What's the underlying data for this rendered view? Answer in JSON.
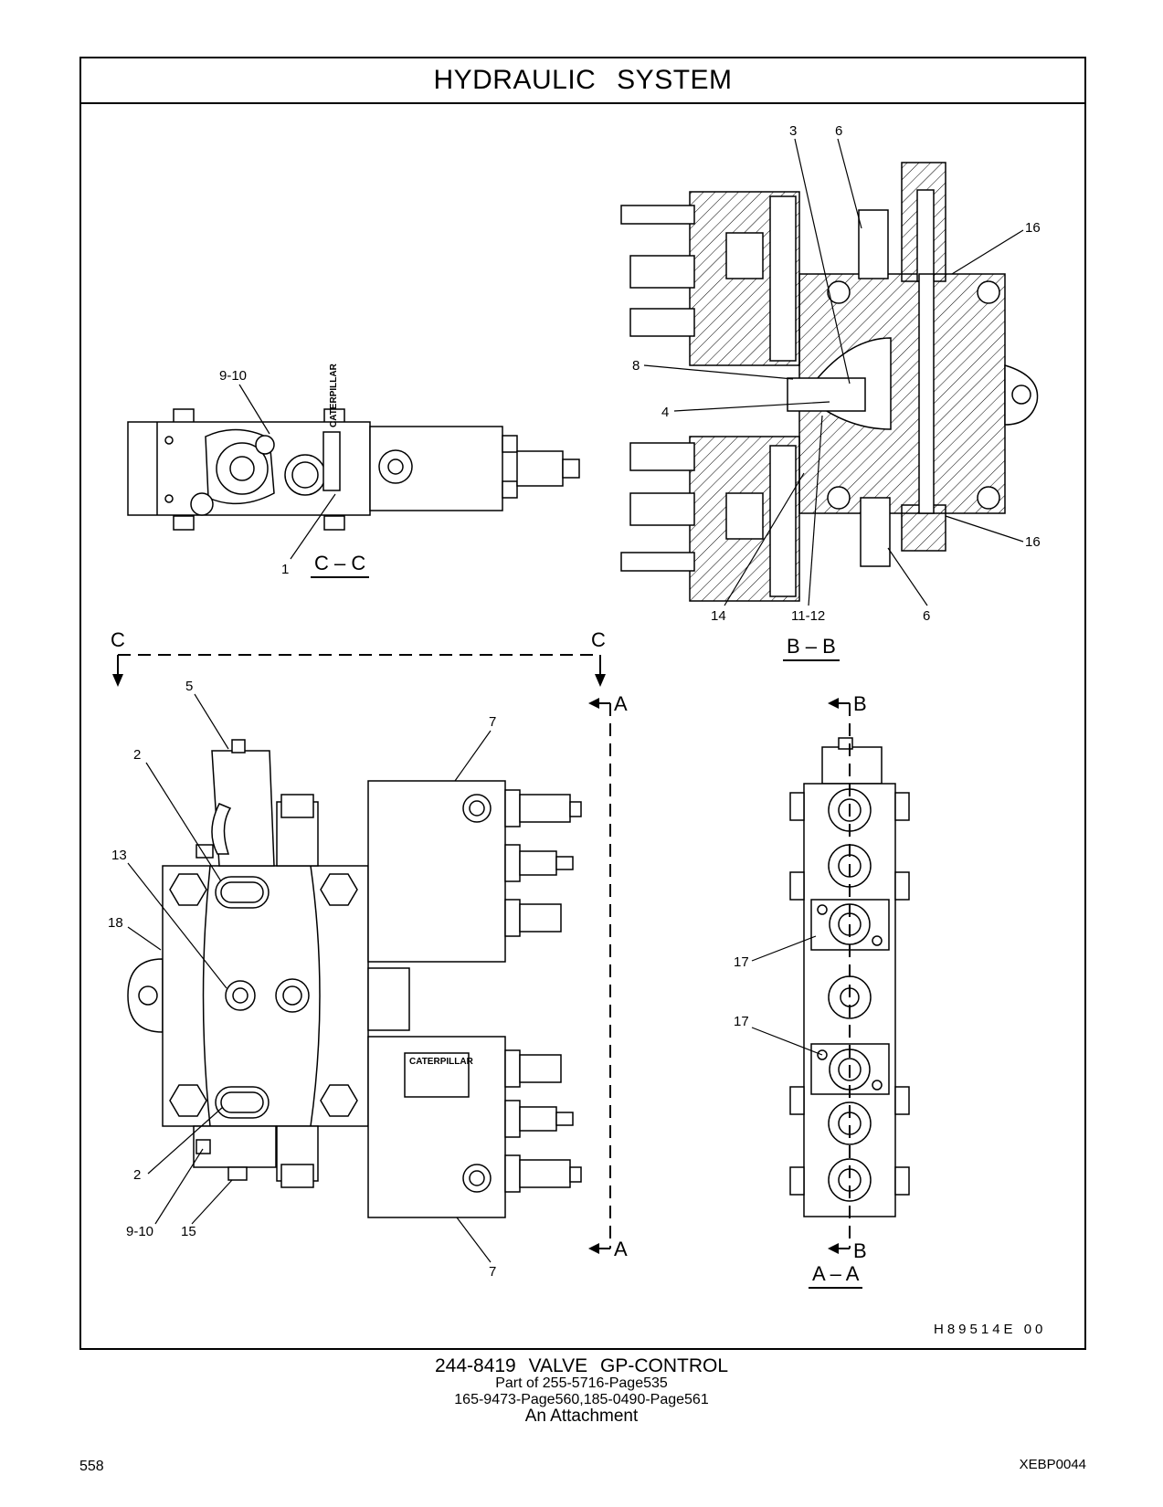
{
  "title": "HYDRAULIC SYSTEM",
  "drawing_number": "H89514E   00",
  "sections": {
    "cc": "C – C",
    "bb": "B – B",
    "aa": "A – A",
    "c_left": "C",
    "c_right": "C",
    "a_top": "A",
    "a_bottom": "A",
    "b_top": "B",
    "b_bottom": "B"
  },
  "callouts": {
    "c1": "1",
    "c2a": "2",
    "c2b": "2",
    "c3": "3",
    "c4": "4",
    "c5": "5",
    "c6a": "6",
    "c6b": "6",
    "c7a": "7",
    "c7b": "7",
    "c8": "8",
    "c9_10a": "9-10",
    "c9_10b": "9-10",
    "c11_12": "11-12",
    "c13": "13",
    "c14": "14",
    "c15": "15",
    "c16a": "16",
    "c16b": "16",
    "c17a": "17",
    "c17b": "17",
    "c18": "18"
  },
  "nameplate": "CATERPILLAR",
  "caption": {
    "line1": "244-8419 VALVE GP-CONTROL",
    "line2": "Part of 255-5716-Page535",
    "line3": "165-9473-Page560,185-0490-Page561",
    "line4": "An Attachment"
  },
  "footer": {
    "page_number": "558",
    "document_id": "XEBP0044"
  }
}
